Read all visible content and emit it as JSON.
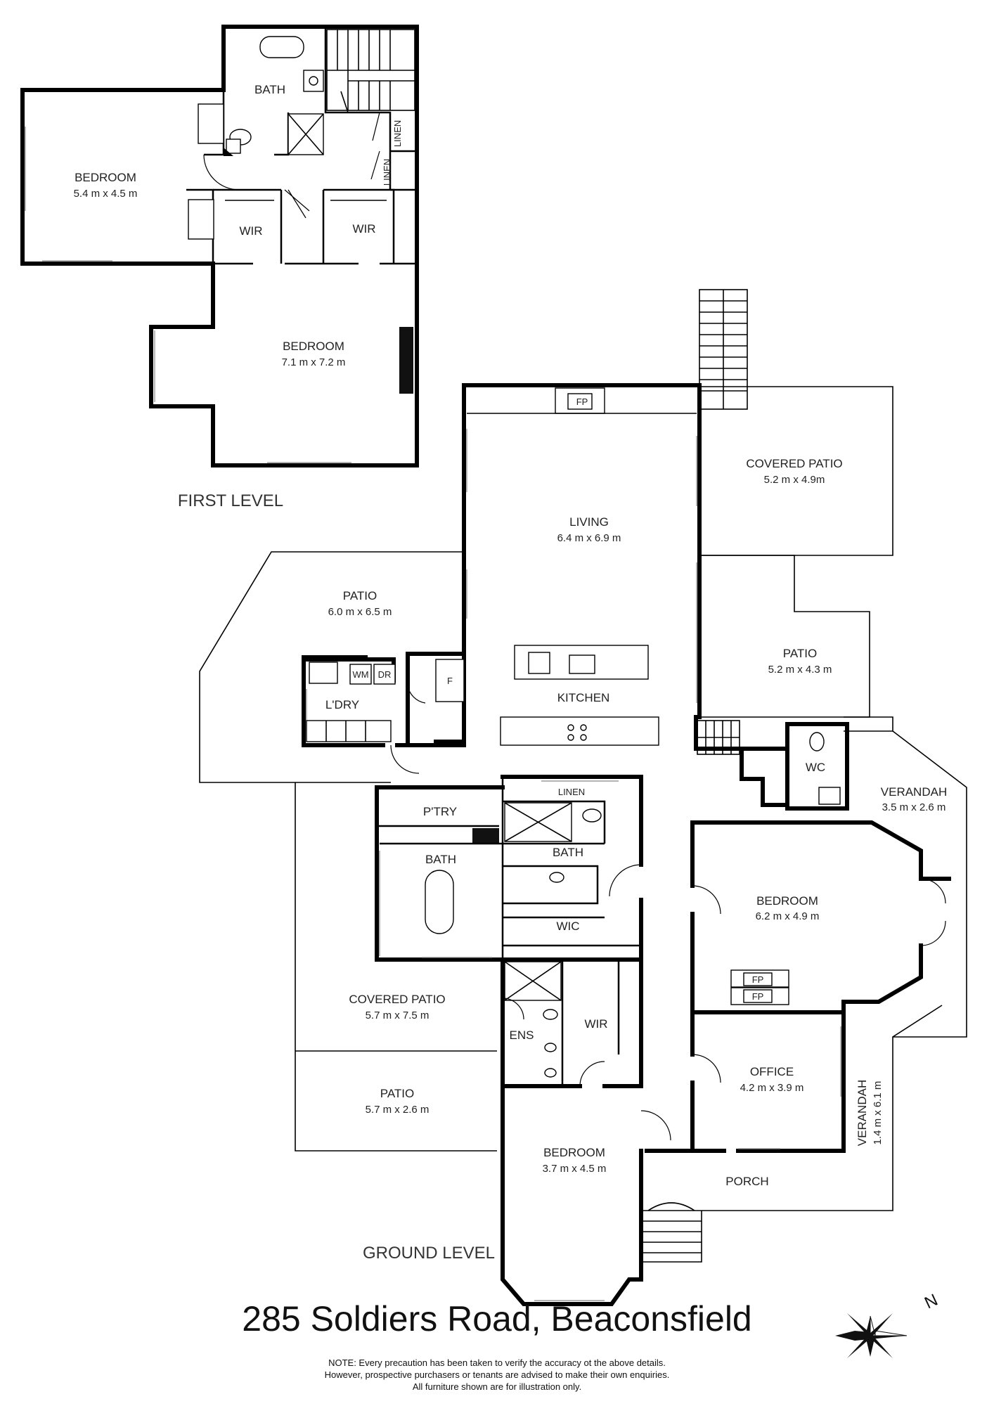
{
  "address": "285 Soldiers Road, Beaconsfield",
  "levels": {
    "first": "FIRST LEVEL",
    "ground": "GROUND LEVEL"
  },
  "compass": {
    "north": "N"
  },
  "note": [
    "NOTE: Every precaution has been taken to verify the accuracy ot the above details.",
    "However, prospective purchasers or tenants are advised to make their own enquiries.",
    "All furniture shown are for illustration only."
  ],
  "first_level_rooms": {
    "bath": {
      "name": "BATH"
    },
    "linen1": {
      "name": "LINEN"
    },
    "linen2": {
      "name": "LINEN"
    },
    "bedroom_a": {
      "name": "BEDROOM",
      "dims": "5.4 m x 4.5 m"
    },
    "wir_a": {
      "name": "WIR"
    },
    "wir_b": {
      "name": "WIR"
    },
    "bedroom_b": {
      "name": "BEDROOM",
      "dims": "7.1 m x 7.2 m"
    }
  },
  "ground_level_rooms": {
    "fp_living": {
      "name": "FP"
    },
    "living": {
      "name": "LIVING",
      "dims": "6.4 m x 6.9 m"
    },
    "covered_patio_a": {
      "name": "COVERED PATIO",
      "dims": "5.2 m x 4.9m"
    },
    "patio_a": {
      "name": "PATIO",
      "dims": "6.0 m x 6.5 m"
    },
    "patio_b": {
      "name": "PATIO",
      "dims": "5.2 m x 4.3 m"
    },
    "kitchen": {
      "name": "KITCHEN"
    },
    "laundry": {
      "name": "L'DRY"
    },
    "wm": {
      "name": "WM"
    },
    "dr": {
      "name": "DR"
    },
    "fridge": {
      "name": "F"
    },
    "wc": {
      "name": "WC"
    },
    "verandah_a": {
      "name": "VERANDAH",
      "dims": "3.5 m x 2.6 m"
    },
    "pantry": {
      "name": "P'TRY"
    },
    "linen": {
      "name": "LINEN"
    },
    "bath_left": {
      "name": "BATH"
    },
    "bath_right": {
      "name": "BATH"
    },
    "wic": {
      "name": "WIC"
    },
    "bedroom_main": {
      "name": "BEDROOM",
      "dims": "6.2 m x 4.9 m"
    },
    "fp_a": {
      "name": "FP"
    },
    "fp_b": {
      "name": "FP"
    },
    "covered_patio_b": {
      "name": "COVERED PATIO",
      "dims": "5.7 m x 7.5 m"
    },
    "ens": {
      "name": "ENS"
    },
    "wir": {
      "name": "WIR"
    },
    "office": {
      "name": "OFFICE",
      "dims": "4.2 m x 3.9 m"
    },
    "verandah_b": {
      "name": "VERANDAH",
      "dims": "1.4 m x 6.1 m"
    },
    "patio_c": {
      "name": "PATIO",
      "dims": "5.7 m x 2.6 m"
    },
    "bedroom_small": {
      "name": "BEDROOM",
      "dims": "3.7 m x 4.5 m"
    },
    "porch": {
      "name": "PORCH"
    }
  }
}
